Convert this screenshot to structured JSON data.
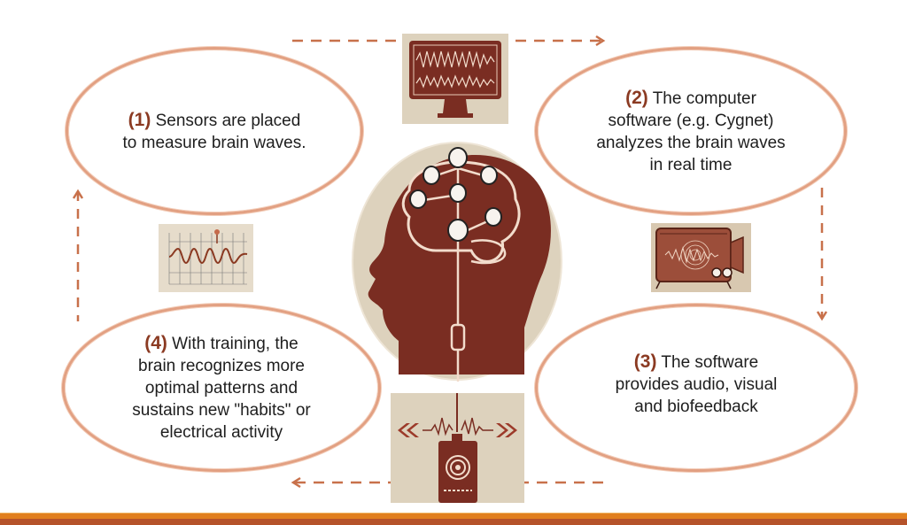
{
  "steps": [
    {
      "num": "(1)",
      "text": "Sensors are placed to measure brain waves.",
      "lines": [
        "Sensors are placed",
        "to measure brain waves."
      ]
    },
    {
      "num": "(2)",
      "text": "The computer software (e.g. Cygnet) analyzes the brain waves in real time",
      "lines": [
        "The computer",
        "software (e.g. Cygnet)",
        "analyzes the brain waves",
        "in real time"
      ]
    },
    {
      "num": "(3)",
      "text": "The software provides audio, visual and biofeedback",
      "lines": [
        "The software",
        "provides audio, visual",
        "and biofeedback"
      ]
    },
    {
      "num": "(4)",
      "text": "With training, the brain recognizes more optimal patterns and sustains new \"habits\" or electrical activity",
      "lines": [
        "With training, the",
        "brain recognizes more",
        "optimal patterns and",
        "sustains new \"habits\" or",
        "electrical activity"
      ]
    }
  ],
  "images": {
    "center": "head-with-brain-sensors-icon",
    "top": "monitor-brainwave-icon",
    "right": "audio-visual-feedback-device-icon",
    "bottom": "biofeedback-device-icon",
    "left": "brainwave-graph-icon"
  },
  "colors": {
    "accent": "#8b3a22",
    "oval_border": "#e2a082",
    "arrow": "#c8714b",
    "image_bg": "#ddd2bd",
    "footer_orange": "#e17f1e",
    "footer_rust": "#b5532a"
  }
}
